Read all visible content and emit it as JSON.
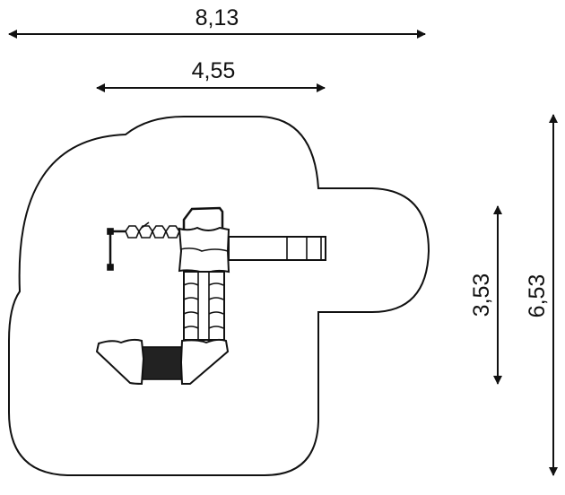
{
  "dimensions": {
    "total_width": "8,13",
    "inner_width": "4,55",
    "total_depth": "6,53",
    "inner_depth": "3,53"
  },
  "colors": {
    "line": "#111111",
    "background": "#ffffff"
  }
}
